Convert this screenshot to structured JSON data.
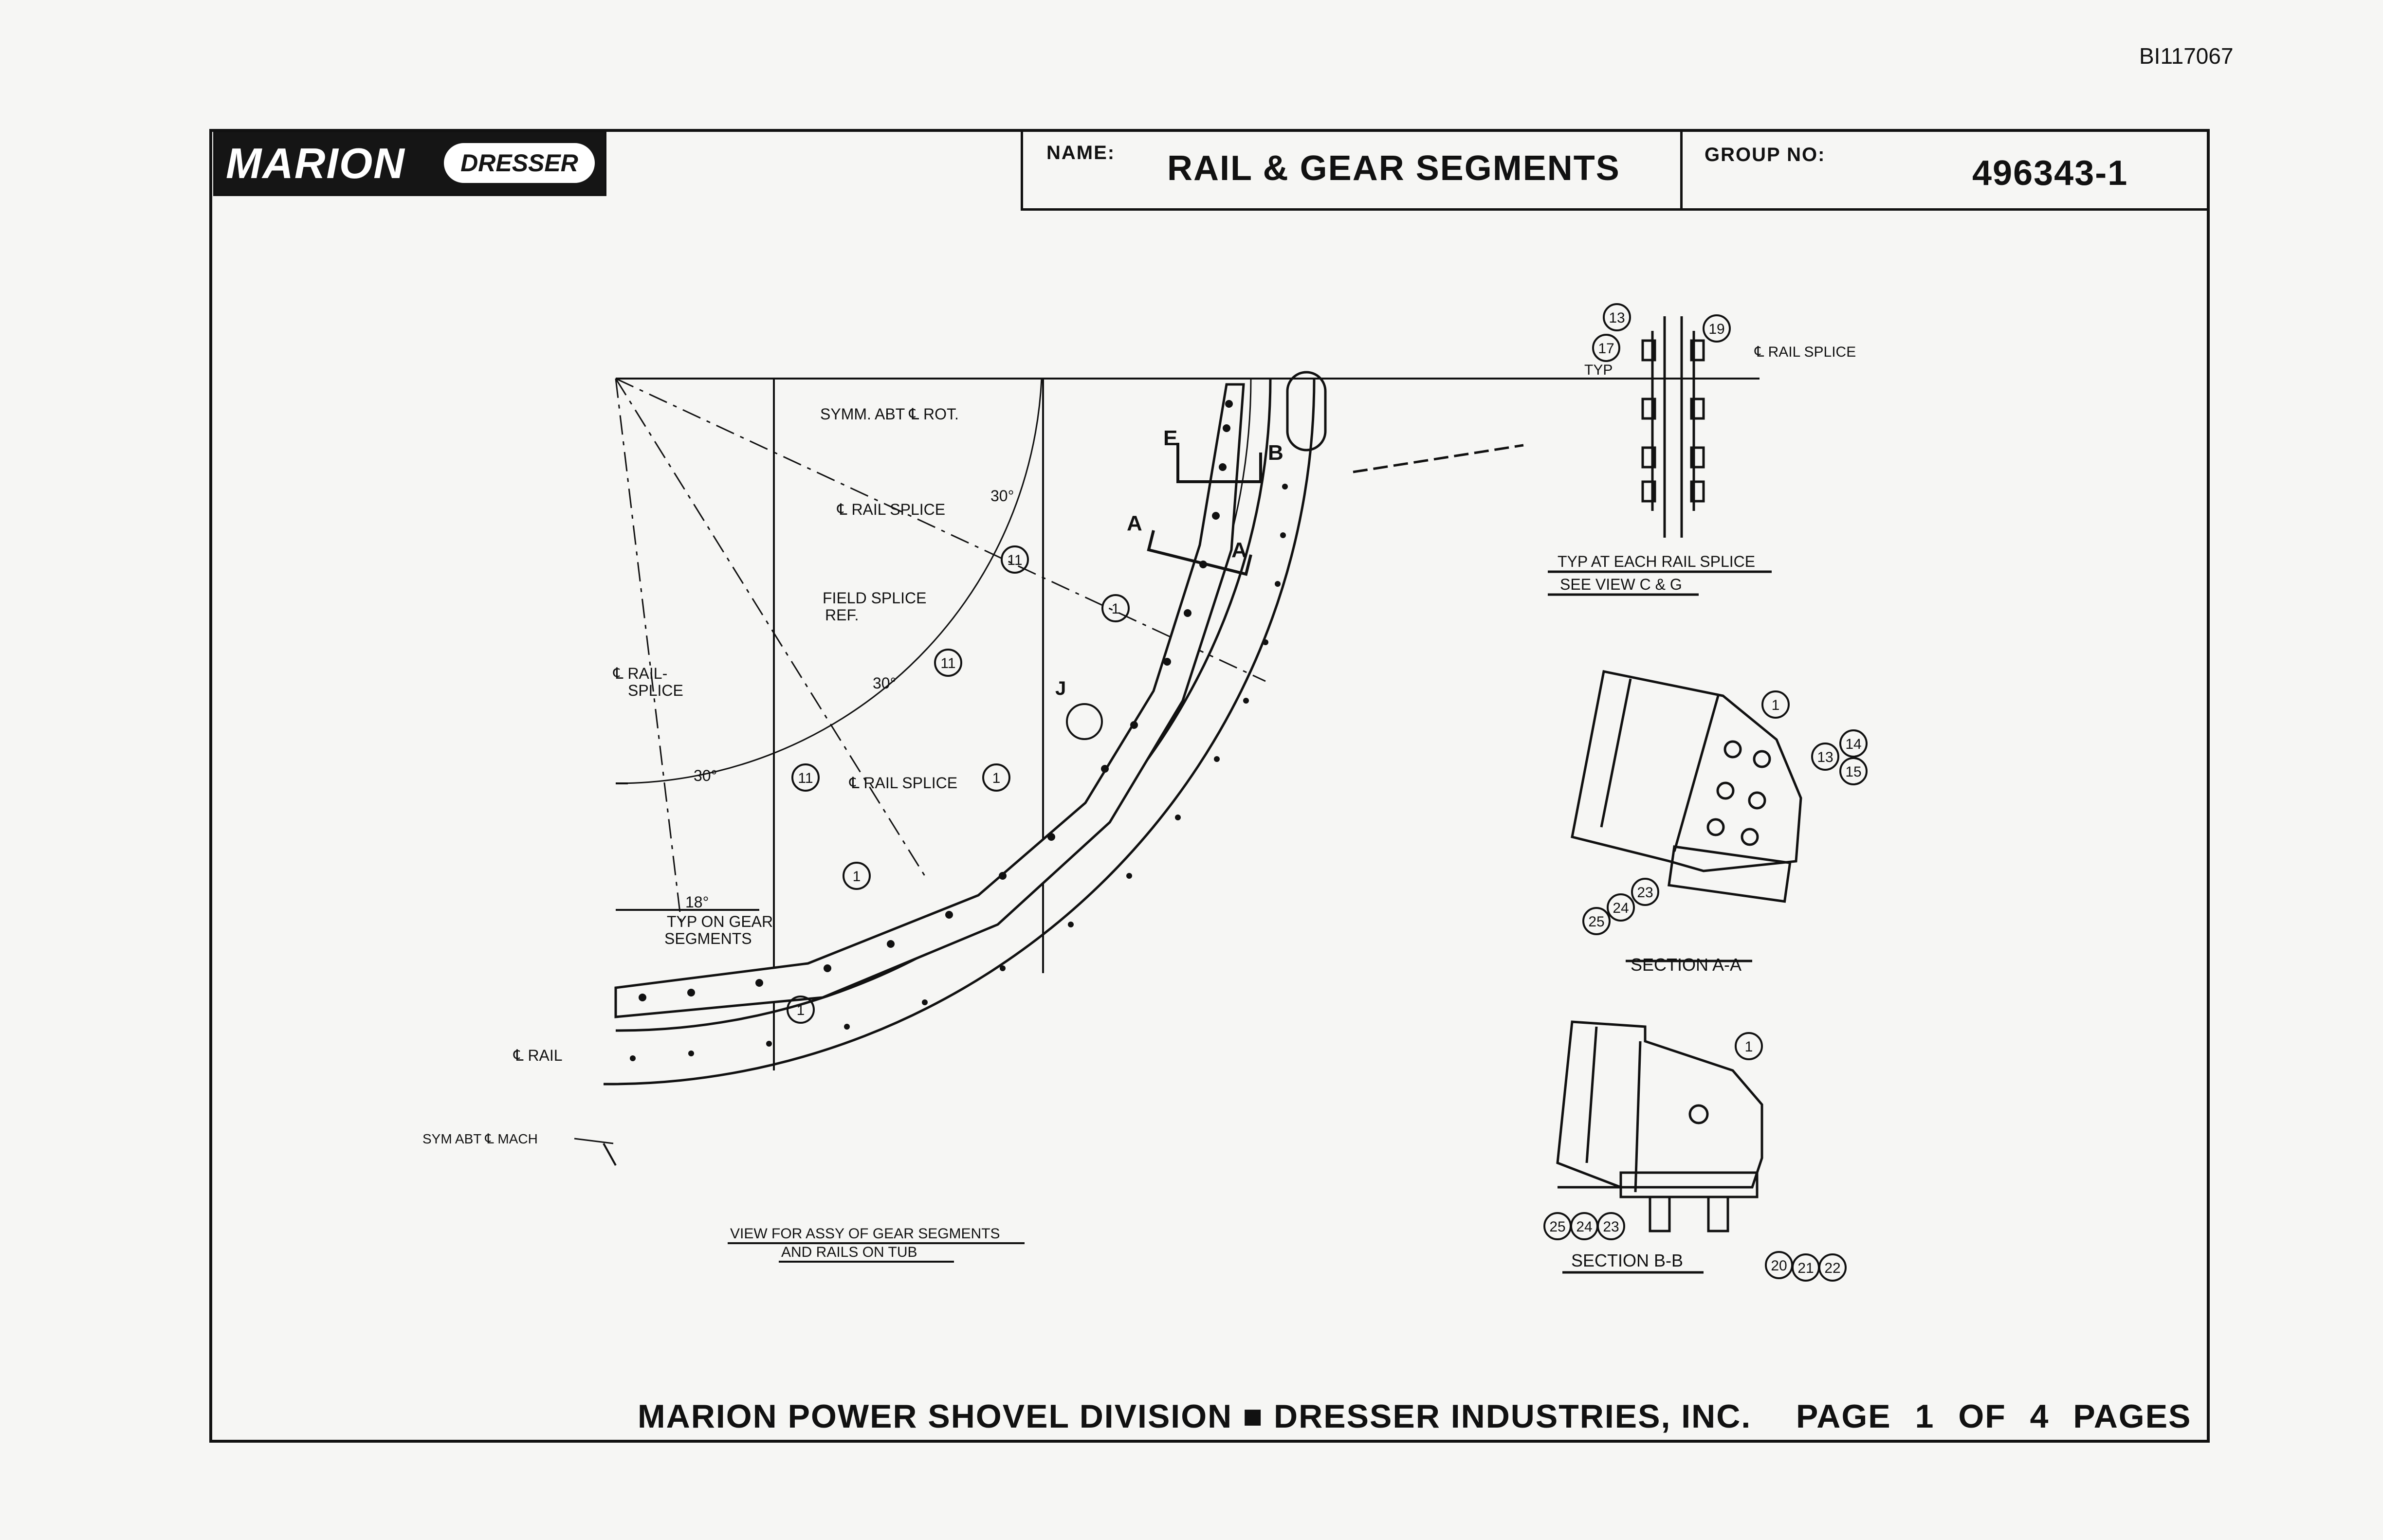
{
  "doc_id": "BI117067",
  "header": {
    "logo_left": "MARION",
    "logo_right": "DRESSER",
    "name_label": "NAME:",
    "name_value": "RAIL & GEAR SEGMENTS",
    "group_label": "GROUP NO:",
    "group_value": "496343-1"
  },
  "main_view": {
    "caption_line1": "VIEW FOR ASSY OF GEAR SEGMENTS",
    "caption_line2": "AND RAILS ON TUB",
    "labels": {
      "symm_rot": "SYMM. ABT ℄ ROT.",
      "rail_splice_top": "℄ RAIL SPLICE",
      "field_splice_1": "FIELD SPLICE",
      "field_splice_2": "REF.",
      "rail_splice_left_1": "℄ RAIL-",
      "rail_splice_left_2": "SPLICE",
      "rail_splice_mid": "℄ RAIL SPLICE",
      "typ_gear_1": "TYP ON GEAR",
      "typ_gear_2": "SEGMENTS",
      "rail": "℄ RAIL",
      "sym_mach": "SYM ABT ℄ MACH",
      "angle_30a": "30°",
      "angle_30b": "30°",
      "angle_30c": "30°",
      "angle_18": "18°",
      "sec_e": "E",
      "sec_b": "B",
      "sec_a1": "A",
      "sec_a2": "A",
      "detail_j": "J"
    },
    "balloons": [
      "11",
      "11",
      "11",
      "1",
      "1",
      "1",
      "1"
    ]
  },
  "detail_splice": {
    "caption_line1": "TYP AT EACH RAIL SPLICE",
    "caption_line2": "SEE VIEW C & G",
    "rail_splice": "℄ RAIL SPLICE",
    "typ": "TYP",
    "balloons": [
      "13",
      "17",
      "19"
    ]
  },
  "section_aa": {
    "caption": "SECTION A-A",
    "balloons": [
      "1",
      "13",
      "14",
      "15",
      "23",
      "24",
      "25"
    ]
  },
  "section_bb": {
    "caption": "SECTION B-B",
    "balloons": [
      "1",
      "25",
      "24",
      "23",
      "20",
      "21",
      "22"
    ]
  },
  "footer": {
    "company": "MARION POWER SHOVEL DIVISION ■ DRESSER INDUSTRIES, INC.",
    "page_label": "PAGE",
    "page_num": "1",
    "of_label": "OF",
    "page_total": "4",
    "pages_label": "PAGES"
  }
}
